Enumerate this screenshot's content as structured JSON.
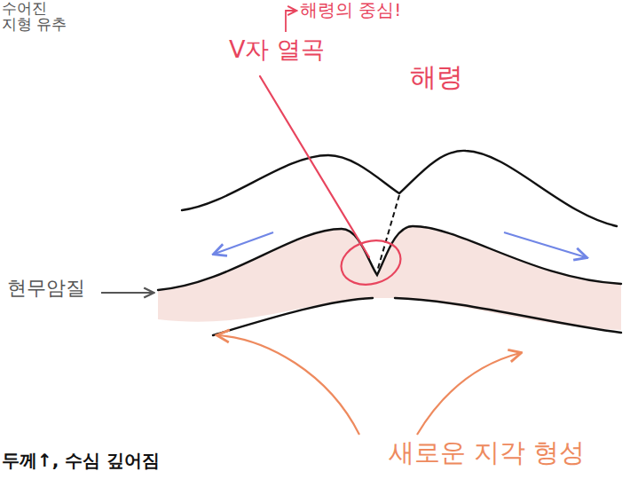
{
  "diagram": {
    "labels": [
      "수어진",
      "지형 유추",
      "해령의 중심!",
      "V자 열곡",
      "해령",
      "현무암질",
      "두께↑, 수심 깊어짐",
      "새로운 지각 형성"
    ]
  }
}
